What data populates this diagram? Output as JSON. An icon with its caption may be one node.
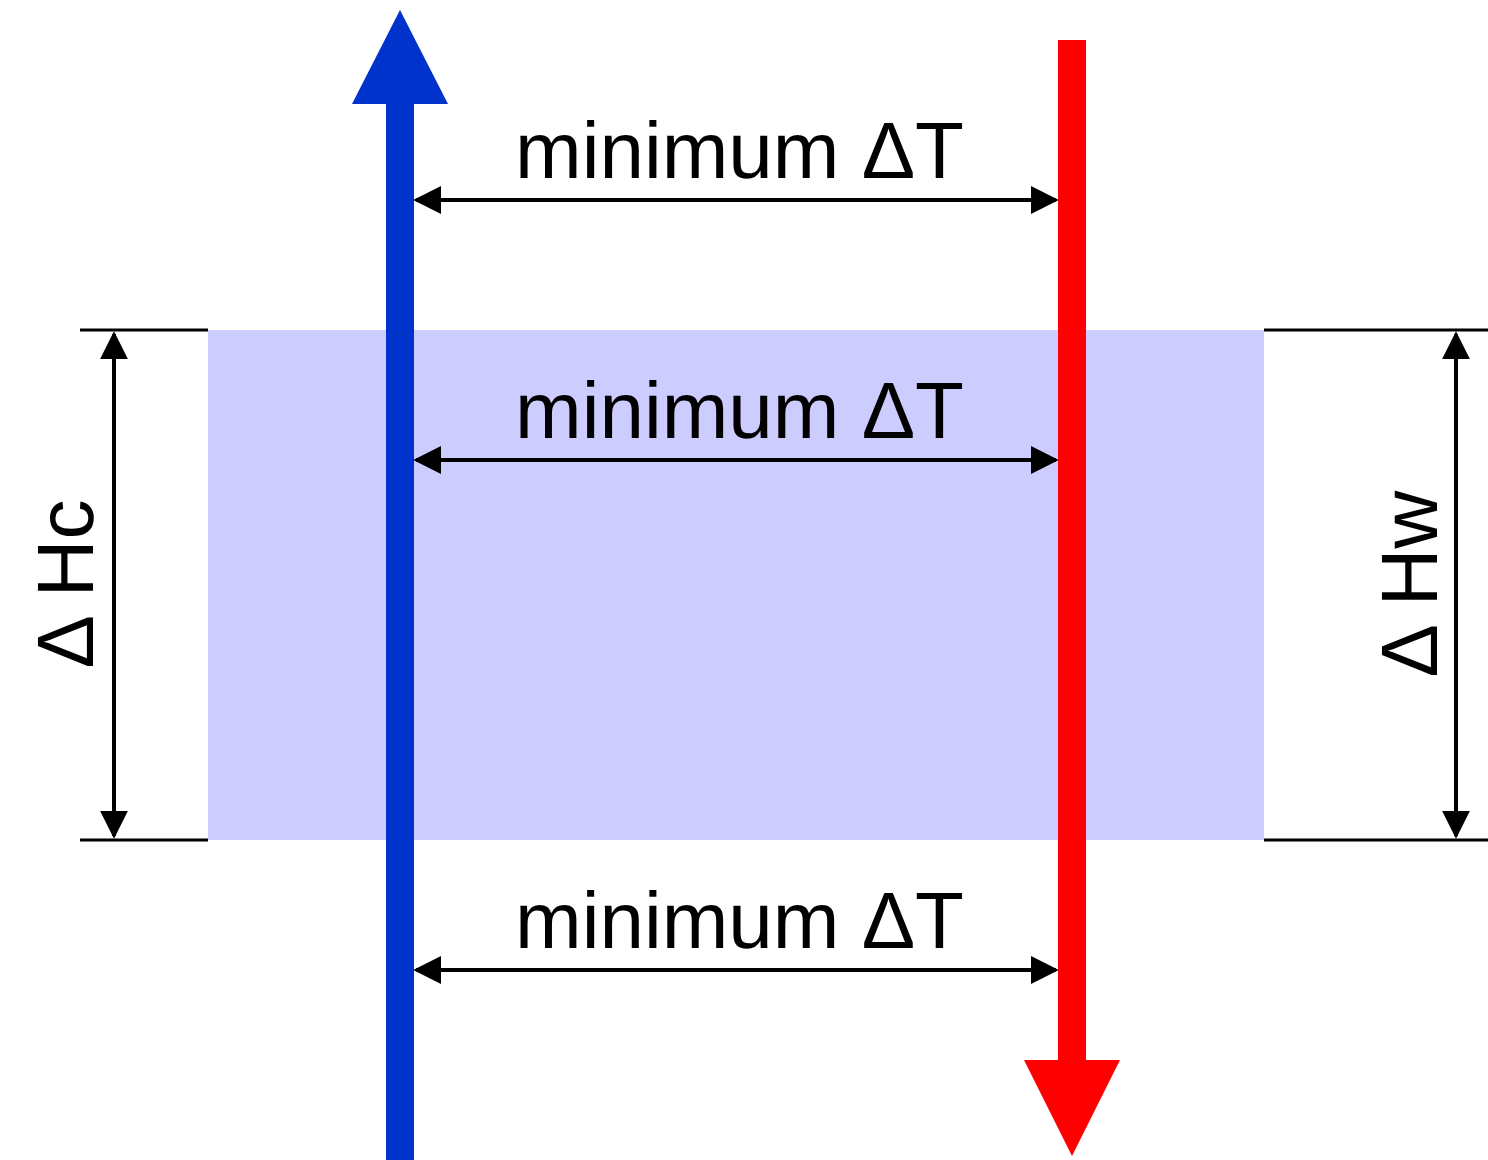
{
  "diagram": {
    "labels": [
      "minimum ΔT",
      "minimum ΔT",
      "Δ Hc",
      "Δ Hw",
      "minimum ΔT"
    ]
  }
}
